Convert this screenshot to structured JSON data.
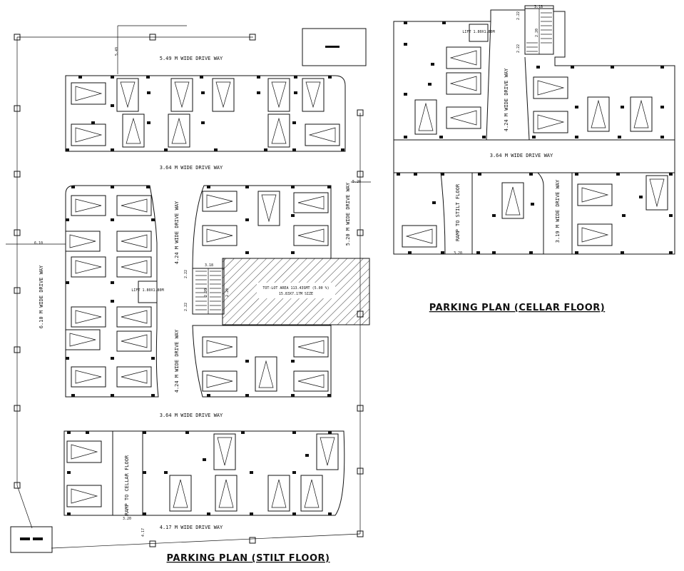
{
  "stilt_plan": {
    "title": "PARKING PLAN (STILT FLOOR)",
    "driveway_top": "5.49 M WIDE DRIVE WAY",
    "driveway_mid1": "3.64 M WIDE DRIVE WAY",
    "driveway_mid2": "3.64 M WIDE DRIVE WAY",
    "driveway_bottom": "4.17 M WIDE DRIVE WAY",
    "driveway_left": "6.10 M WIDE DRIVE WAY",
    "driveway_right": "5.20 M WIDE DRIVE WAY",
    "driveway_center_upper": "4.24 M WIDE DRIVE WAY",
    "driveway_center_lower": "4.24 M WIDE DRIVE WAY",
    "ramp": "RAMP TO CELLAR FLOOR",
    "totlot_line1": "TOT-LOT AREA 113.43SMT (5.00 %)",
    "totlot_line2": "15.83X7.17M SIZE",
    "lift_label": "LIFT 1.80X1.80M",
    "dim_549": "5.49",
    "dim_610": "6.10",
    "dim_520": "5.20",
    "dim_318": "3.18",
    "dim_222a": "2.22",
    "dim_222b": "2.22",
    "dim_220": "2.20",
    "dim_320": "3.20",
    "dim_417": "4.17",
    "dim_220b": "2.20"
  },
  "cellar_plan": {
    "title": "PARKING PLAN (CELLAR FLOOR)",
    "driveway_mid": "3.64 M WIDE DRIVE WAY",
    "driveway_upper": "4.24 M WIDE DRIVE WAY",
    "driveway_right": "3.19 M WIDE DRIVE WAY",
    "ramp": "RAMP TO STILT FLOOR",
    "lift_label": "LIFT 1.80X1.80M",
    "dim_318": "3.18",
    "dim_222a": "2.22",
    "dim_222b": "2.22",
    "dim_220": "2.20",
    "dim_320": "3.20"
  }
}
